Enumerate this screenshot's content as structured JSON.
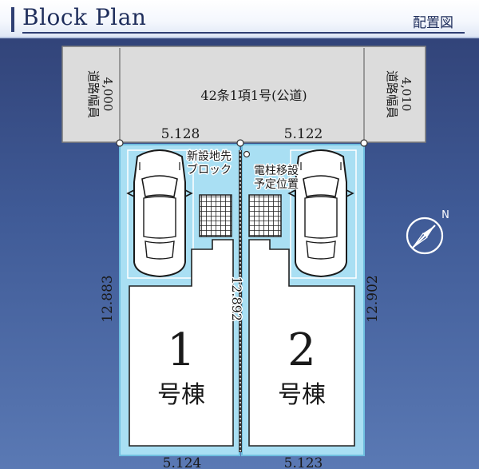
{
  "header": {
    "title": "Block Plan",
    "subtitle": "配置図"
  },
  "road": {
    "label": "42条1項1号(公道)",
    "width_left_label": "道路幅員",
    "width_left_value": "4,000",
    "width_right_label": "道路幅員",
    "width_right_value": "4,010"
  },
  "dimensions": {
    "top_left": "5.128",
    "top_right": "5.122",
    "bottom_left": "5.124",
    "bottom_right": "5.123",
    "left_side": "12.883",
    "middle": "12.892",
    "right_side": "12.902"
  },
  "annotations": {
    "new_block_line1": "新設地先",
    "new_block_line2": "ブロック",
    "pole_line1": "電柱移設",
    "pole_line2": "予定位置"
  },
  "buildings": [
    {
      "number": "1",
      "label": "号棟"
    },
    {
      "number": "2",
      "label": "号棟"
    }
  ],
  "compass": {
    "north": "N"
  },
  "colors": {
    "lot_fill": "#a9dff3",
    "lot_border": "#6fbfe0",
    "road_fill": "#dcdcdc",
    "building_fill": "#ffffff",
    "background": "#3f5a96"
  }
}
